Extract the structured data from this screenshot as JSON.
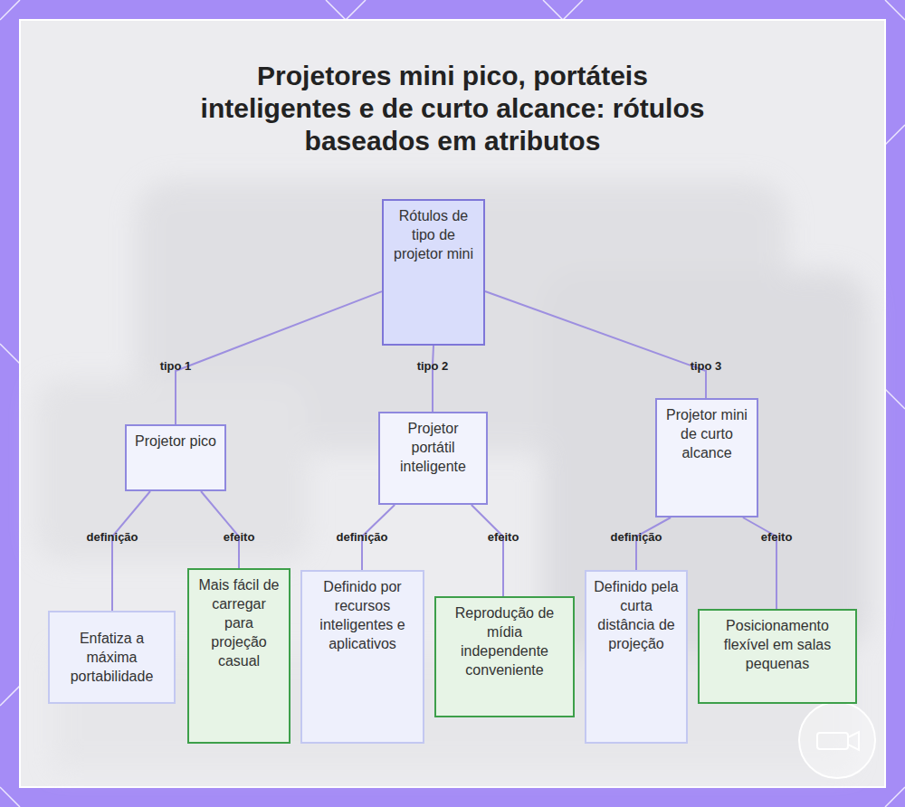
{
  "diagram": {
    "title": "Projetores mini pico, portáteis inteligentes e de curto alcance: rótulos baseados em atributos",
    "nodes": [
      {
        "text": [
          "Rótulos de tipo de projetor mini"
        ]
      },
      {
        "text": [
          "Projetor pico"
        ]
      },
      {
        "text": [
          "Projetor portátil inteligente"
        ]
      },
      {
        "text": [
          "Projetor mini de curto alcance"
        ]
      },
      {
        "text": [
          "Enfatiza a máxima portabilidade"
        ]
      },
      {
        "text": [
          "Mais fácil de carregar para projeção casual"
        ]
      },
      {
        "text": [
          "Definido por recursos inteligentes e aplicativos"
        ]
      },
      {
        "text": [
          "Reprodução de mídia independente conveniente"
        ]
      },
      {
        "text": [
          "Definido pela curta distância de projeção"
        ]
      },
      {
        "text": [
          "Posicionamento flexível em salas pequenas"
        ]
      }
    ],
    "edges": [
      {
        "from": 0,
        "to": 1,
        "label": "tipo 1",
        "arrow": "none"
      },
      {
        "from": 0,
        "to": 2,
        "label": "tipo 2",
        "arrow": "none"
      },
      {
        "from": 0,
        "to": 3,
        "label": "tipo 3",
        "arrow": "none"
      },
      {
        "from": 1,
        "to": 4,
        "label": "definição",
        "arrow": "none"
      },
      {
        "from": 1,
        "to": 5,
        "label": "efeito",
        "arrow": "none"
      },
      {
        "from": 2,
        "to": 6,
        "label": "definição",
        "arrow": "none"
      },
      {
        "from": 2,
        "to": 7,
        "label": "efeito",
        "arrow": "none"
      },
      {
        "from": 3,
        "to": 8,
        "label": "definição",
        "arrow": "none"
      },
      {
        "from": 3,
        "to": 9,
        "label": "efeito",
        "arrow": "none"
      }
    ]
  }
}
